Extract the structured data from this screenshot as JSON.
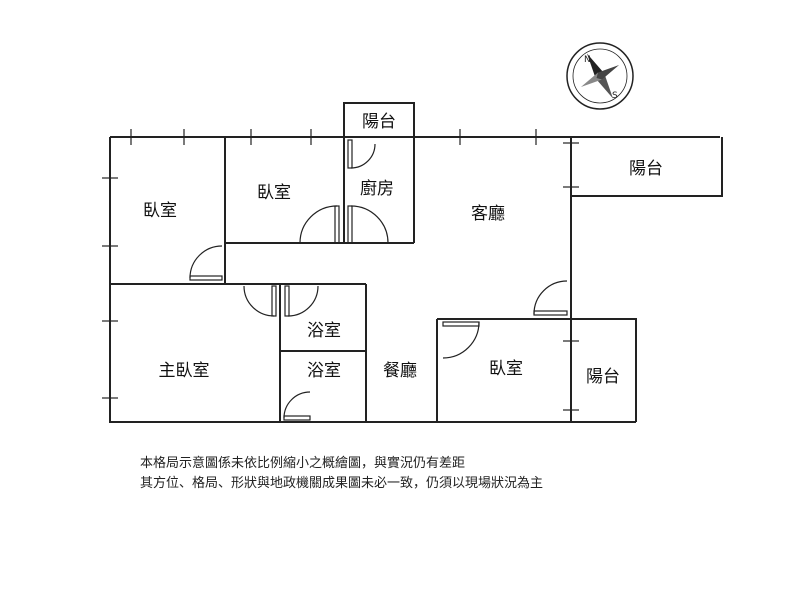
{
  "rooms": {
    "balcony_top": "陽台",
    "bedroom_left": "臥室",
    "bedroom_mid": "臥室",
    "kitchen": "廚房",
    "living_room": "客廳",
    "balcony_right_top": "陽台",
    "bathroom_1": "浴室",
    "bathroom_2": "浴室",
    "master_bedroom": "主臥室",
    "dining_room": "餐廳",
    "bedroom_right": "臥室",
    "balcony_right_bottom": "陽台"
  },
  "compass": {
    "north_label": "N",
    "south_label": "S"
  },
  "notes": {
    "line1": "本格局示意圖係未依比例縮小之概繪圖，與實況仍有差距",
    "line2": "其方位、格局、形狀與地政機關成果圖未必一致，仍須以現場狀況為主"
  }
}
